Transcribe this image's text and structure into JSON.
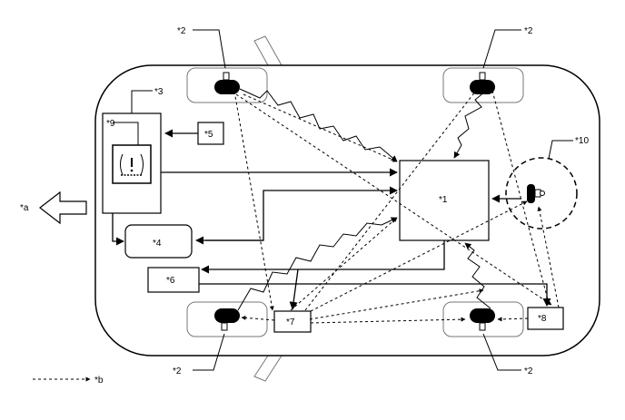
{
  "labels": {
    "ecu": "*1",
    "sensor_front_left": "*2",
    "sensor_front_right": "*2",
    "sensor_rear_left": "*2",
    "sensor_rear_right": "*2",
    "combination_meter": "*3",
    "component_4": "*4",
    "component_5": "*5",
    "component_6": "*6",
    "initializer_7": "*7",
    "initializer_8": "*8",
    "warning_light": "*9",
    "spare_tire": "*10",
    "front_arrow": "*a",
    "legend_dotted_arrow": "*b"
  },
  "icons": {
    "warning_light": "tire-pressure-warning-icon",
    "front_arrow": "direction-arrow-icon"
  }
}
